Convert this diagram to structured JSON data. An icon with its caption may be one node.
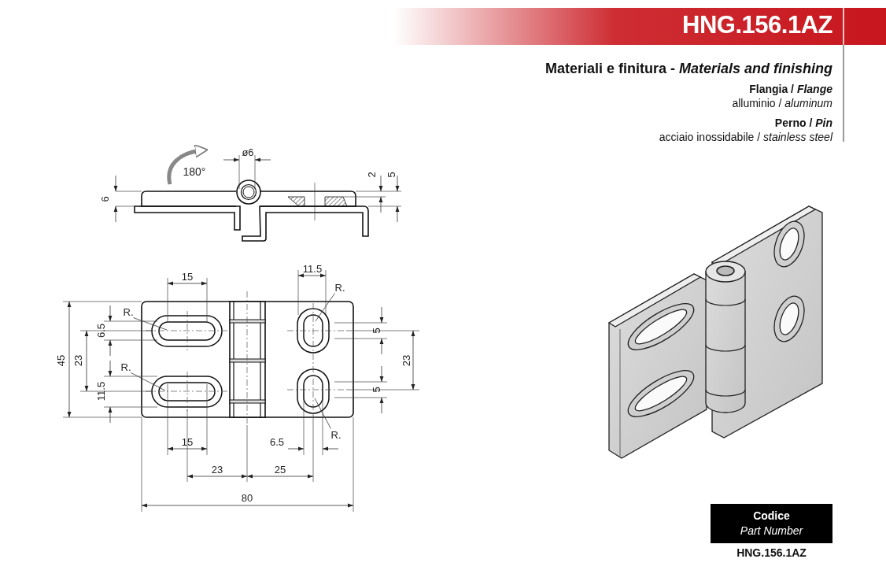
{
  "diagram": {
    "title": "HNG.156.1AZ",
    "nodes": [
      {
        "text": [
          "R."
        ]
      },
      {
        "text": [
          "R."
        ]
      },
      {
        "text": [
          "R."
        ]
      },
      {
        "text": [
          "R."
        ]
      },
      {
        "text": [
          "Codice",
          "Part Number"
        ],
        "beside": [
          "HNG.156.1AZ"
        ]
      }
    ],
    "edges": [
      {
        "from": 0,
        "to": null,
        "arrow": "none"
      },
      {
        "from": 1,
        "to": null,
        "arrow": "none"
      },
      {
        "from": 2,
        "to": null,
        "arrow": "none"
      },
      {
        "from": 3,
        "to": null,
        "arrow": "none"
      }
    ],
    "labels": [
      "Materiali e finitura - *Materials and finishing*",
      "Flangia / *Flange*",
      "alluminio / *aluminum*",
      "Perno / *Pin*",
      "acciaio inossidabile / *stainless steel*",
      "ø6",
      "180°",
      "2",
      "5",
      "6",
      "15",
      "11.5",
      "6.5",
      "5",
      "45",
      "23",
      "23",
      "11.5",
      "5",
      "15",
      "6.5",
      "23",
      "25",
      "80"
    ]
  }
}
